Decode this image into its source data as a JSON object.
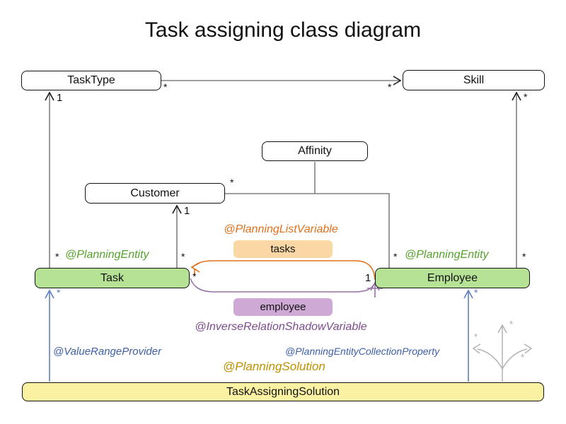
{
  "title": "Task assigning class diagram",
  "classes": {
    "tasktype": "TaskType",
    "skill": "Skill",
    "affinity": "Affinity",
    "customer": "Customer",
    "task": "Task",
    "employee": "Employee",
    "solution": "TaskAssigningSolution"
  },
  "fields": {
    "tasks": "tasks",
    "employee": "employee"
  },
  "annotations": {
    "planning_list_variable": "@PlanningListVariable",
    "planning_entity_left": "@PlanningEntity",
    "planning_entity_right": "@PlanningEntity",
    "inverse_relation_shadow_variable": "@InverseRelationShadowVariable",
    "value_range_provider": "@ValueRangeProvider",
    "planning_entity_collection_property": "@PlanningEntityCollectionProperty",
    "planning_solution": "@PlanningSolution"
  },
  "multiplicities": {
    "star_tasktype_right": "*",
    "star_skill_left": "*",
    "one_below_tasktype": "1",
    "star_below_skill": "*",
    "star_customer_right": "*",
    "one_below_customer": "1",
    "star_task_tasktype": "*",
    "star_task_customer": "*",
    "star_employee_affinity": "*",
    "star_employee_skill": "*",
    "star_tasks_end": "*",
    "one_employee_end": "1",
    "star_solution_task": "*",
    "star_solution_employee": "*",
    "gray_stars": [
      "*",
      "*",
      "*"
    ]
  },
  "colors": {
    "entity_fill": "#b5e294",
    "solution_fill": "#faf2a2",
    "list_field_fill": "#fad7a4",
    "shadow_field_fill": "#cfa9d5",
    "orange_text": "#e0711c",
    "green_text": "#55a12d",
    "purple_text": "#7d4a8e",
    "purple_line": "#9673a6",
    "blue_text": "#3d5fa6",
    "blue_line": "#5c7fbf",
    "gold_text": "#bf9000",
    "assoc_line_gray": "#808080"
  }
}
